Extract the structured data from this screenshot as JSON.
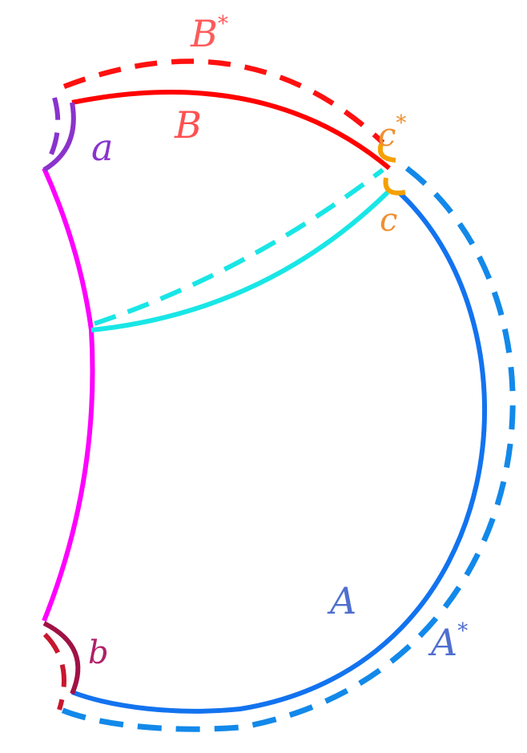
{
  "colors": {
    "B": "#ff0000",
    "B_star": "#ff1010",
    "A": "#1273ef",
    "A_star": "#1289ea",
    "a": "#8a33cc",
    "b": "#a01245",
    "c": "#f5a000",
    "cyan": "#19e6e6",
    "magenta": "#ff00ff"
  },
  "labels": {
    "B_star": {
      "base": "B",
      "sup": "*",
      "color": "#ff5a5a"
    },
    "B": {
      "text": "B",
      "color": "#ff5050"
    },
    "a": {
      "text": "a",
      "color": "#8a33cc"
    },
    "c_star": {
      "base": "c",
      "sup": "*",
      "color": "#f08f30"
    },
    "c": {
      "text": "c",
      "color": "#f08f30"
    },
    "A": {
      "text": "A",
      "color": "#4f6fcf"
    },
    "A_star": {
      "base": "A",
      "sup": "*",
      "color": "#4f6fcf"
    },
    "b": {
      "text": "b",
      "color": "#b0206a"
    }
  }
}
